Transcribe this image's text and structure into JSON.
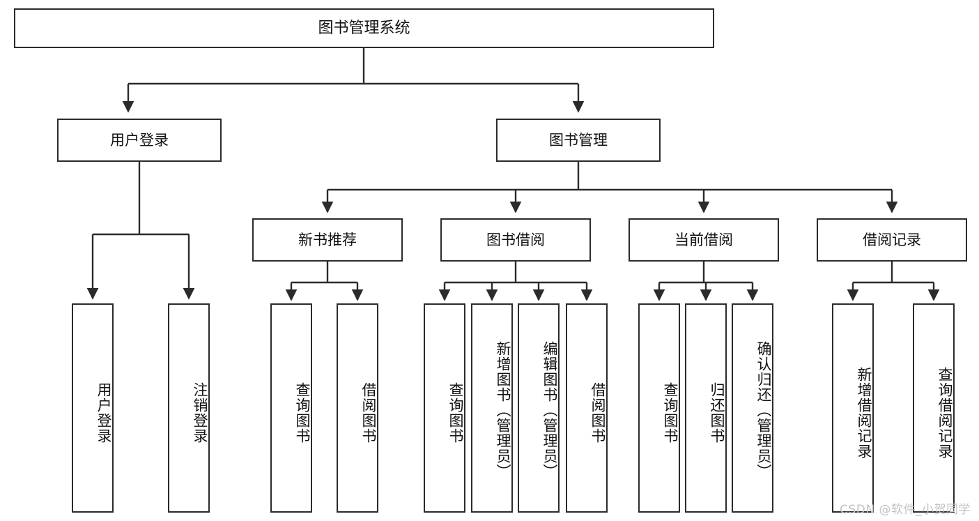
{
  "diagram": {
    "type": "tree-hierarchy-chart",
    "title": "图书管理系统",
    "watermark": "CSDN @软件_小贺同学",
    "colors": {
      "background": "#ffffff",
      "box_border": "#2b2b2b",
      "box_fill": "#ffffff",
      "text": "#121212",
      "edge": "#2b2b2b",
      "watermark": "#c3c3c3"
    },
    "root": {
      "label": "图书管理系统"
    },
    "level1": [
      {
        "id": "user-login",
        "label": "用户登录"
      },
      {
        "id": "book-manage",
        "label": "图书管理"
      }
    ],
    "level2": [
      {
        "id": "new-book-recommend",
        "label": "新书推荐",
        "parent": "book-manage"
      },
      {
        "id": "book-borrow",
        "label": "图书借阅",
        "parent": "book-manage"
      },
      {
        "id": "current-borrow",
        "label": "当前借阅",
        "parent": "book-manage"
      },
      {
        "id": "borrow-record",
        "label": "借阅记录",
        "parent": "book-manage"
      }
    ],
    "leaves": [
      {
        "id": "leaf-user-login",
        "label": "用户登录",
        "parent": "user-login"
      },
      {
        "id": "leaf-user-logout",
        "label": "注销登录",
        "parent": "user-login"
      },
      {
        "id": "leaf-query-book-1",
        "label": "查询图书",
        "parent": "new-book-recommend"
      },
      {
        "id": "leaf-borrow-book-1",
        "label": "借阅图书",
        "parent": "new-book-recommend"
      },
      {
        "id": "leaf-query-book-2",
        "label": "查询图书",
        "parent": "book-borrow"
      },
      {
        "id": "leaf-add-book",
        "label": "新增图书（管理员）",
        "parent": "book-borrow"
      },
      {
        "id": "leaf-edit-book",
        "label": "编辑图书（管理员）",
        "parent": "book-borrow"
      },
      {
        "id": "leaf-borrow-book-2",
        "label": "借阅图书",
        "parent": "book-borrow"
      },
      {
        "id": "leaf-query-book-3",
        "label": "查询图书",
        "parent": "current-borrow"
      },
      {
        "id": "leaf-return-book",
        "label": "归还图书",
        "parent": "current-borrow"
      },
      {
        "id": "leaf-confirm-return",
        "label": "确认归还（管理员）",
        "parent": "current-borrow"
      },
      {
        "id": "leaf-add-record",
        "label": "新增借阅记录",
        "parent": "borrow-record"
      },
      {
        "id": "leaf-query-record",
        "label": "查询借阅记录",
        "parent": "borrow-record"
      }
    ]
  }
}
